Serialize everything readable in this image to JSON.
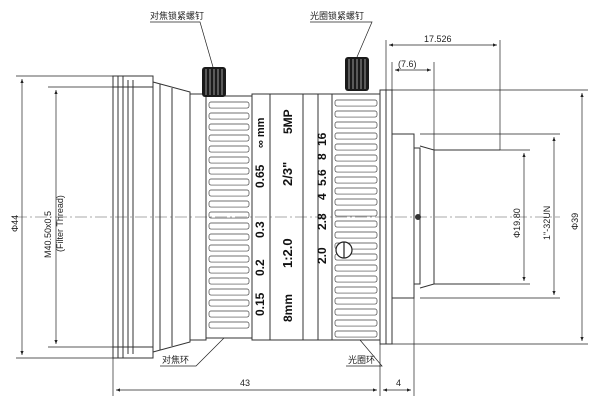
{
  "callouts": {
    "focus_lock_screw": "对焦锁紧螺钉",
    "iris_lock_screw": "光圈锁紧螺钉",
    "focus_ring": "对焦环",
    "iris_ring": "光圈环"
  },
  "dimensions": {
    "outer_diameter": "Φ44",
    "filter_thread": "M40.50x0.5",
    "filter_thread_note": "(Filter Thread)",
    "flange_offset": "17.526",
    "back_protrusion": "(7.6)",
    "mount_diameter": "Φ39",
    "mount_thread": "1\"-32UN",
    "rear_diameter": "Φ19.80",
    "total_length": "43",
    "mount_length": "4"
  },
  "focus_scale": {
    "unit": "∞ mm",
    "values": [
      "0.65",
      "0.3",
      "0.2",
      "0.15"
    ]
  },
  "lens_markings": {
    "resolution": "5MP",
    "format": "2/3\"",
    "aperture": "1:2.0",
    "focal_length": "8mm"
  },
  "iris_scale": {
    "values": [
      "16",
      "8",
      "5.6",
      "4",
      "2.8",
      "2.0"
    ]
  },
  "colors": {
    "line": "#333333",
    "screw": "#1a1a1a"
  }
}
